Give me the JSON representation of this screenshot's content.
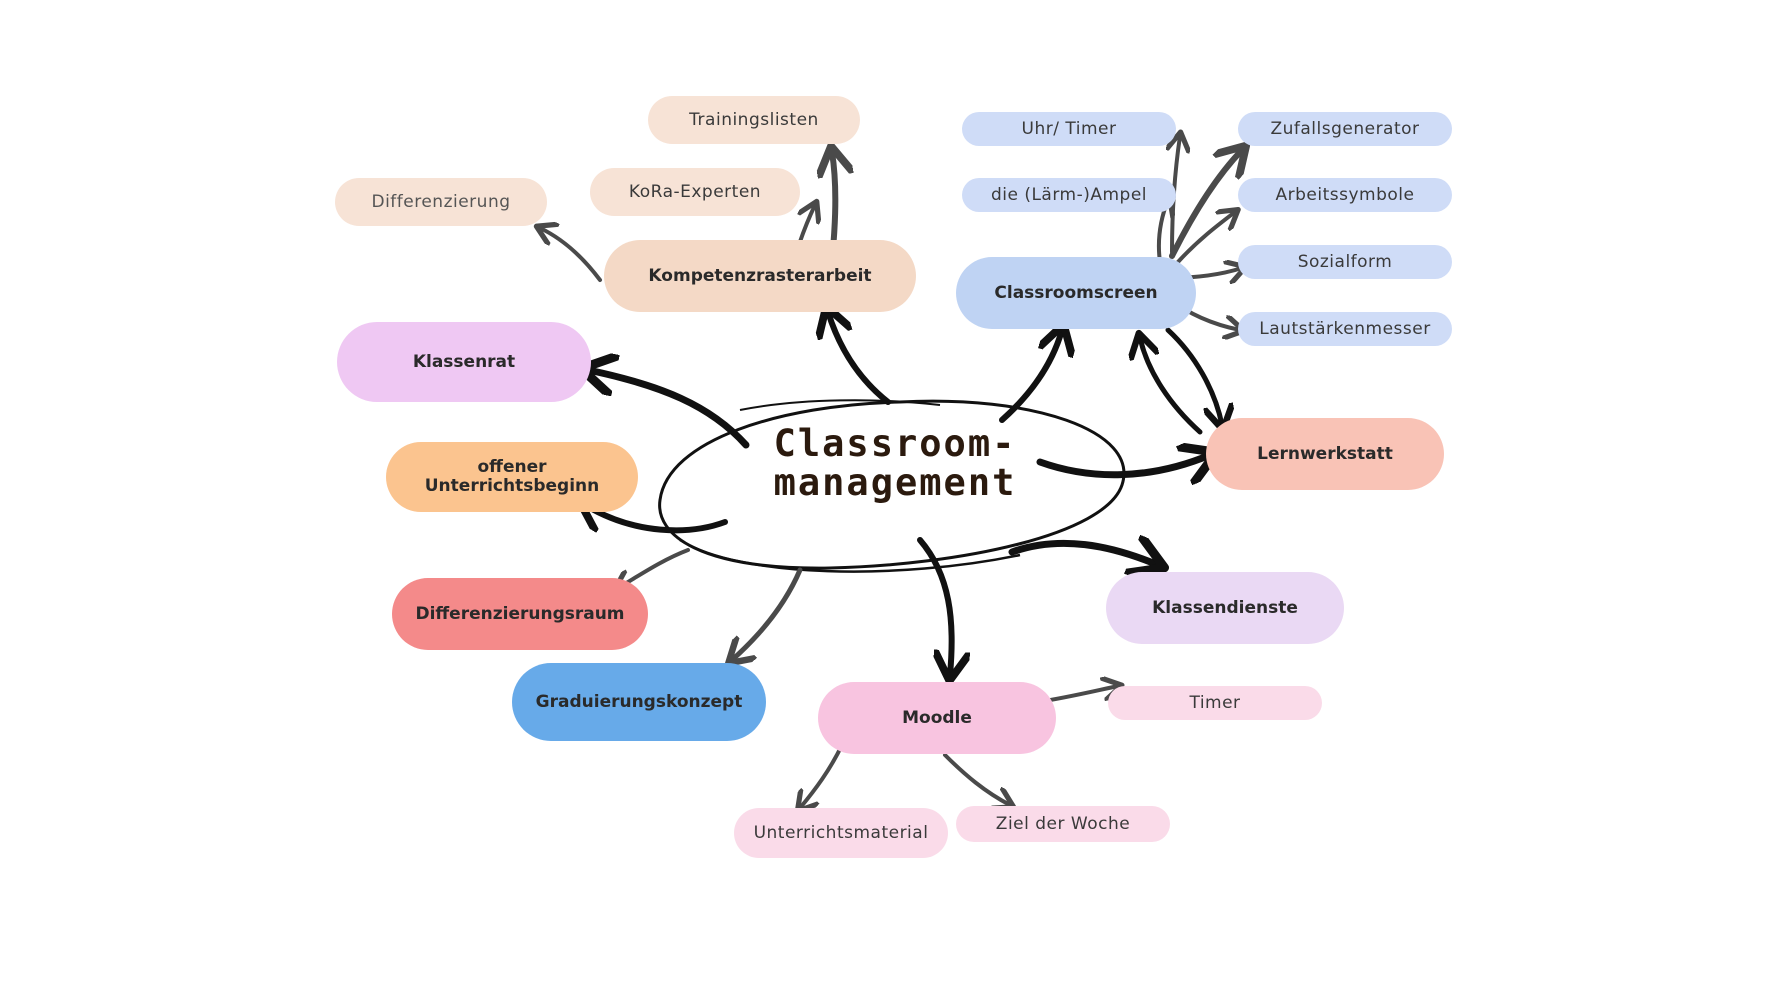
{
  "center": {
    "line1": "Classroom-",
    "line2": "management"
  },
  "nodes": {
    "kompetenzrasterarbeit": "Kompetenzrasterarbeit",
    "trainingslisten": "Trainingslisten",
    "kora_experten": "KoRa-Experten",
    "differenzierung": "Differenzierung",
    "klassenrat": "Klassenrat",
    "offener_line1": "offener",
    "offener_line2": "Unterrichtsbeginn",
    "differenzierungsraum": "Differenzierungsraum",
    "graduierungskonzept": "Graduierungskonzept",
    "moodle": "Moodle",
    "timer": "Timer",
    "unterrichtsmaterial": "Unterrichtsmaterial",
    "ziel_der_woche": "Ziel der Woche",
    "klassendienste": "Klassendienste",
    "lernwerkstatt": "Lernwerkstatt",
    "classroomscreen": "Classroomscreen",
    "uhr_timer": "Uhr/ Timer",
    "laermampel": "die (Lärm-)Ampel",
    "zufallsgenerator": "Zufallsgenerator",
    "arbeitssymbole": "Arbeitssymbole",
    "sozialform": "Sozialform",
    "lautstaerkenmesser": "Lautstärkenmesser"
  },
  "colors": {
    "peach": "#f4d9c6",
    "peach_light": "#f7e3d6",
    "lilac": "#efc8f3",
    "orange": "#fbc48f",
    "red": "#f48a8a",
    "blue": "#67aae9",
    "pink": "#f8c4e0",
    "pink_light": "#fadbe9",
    "lavender": "#ead9f4",
    "salmon": "#f9c3b6",
    "periwinkle": "#bfd3f3",
    "periwinkle_light": "#cfdcf7"
  }
}
